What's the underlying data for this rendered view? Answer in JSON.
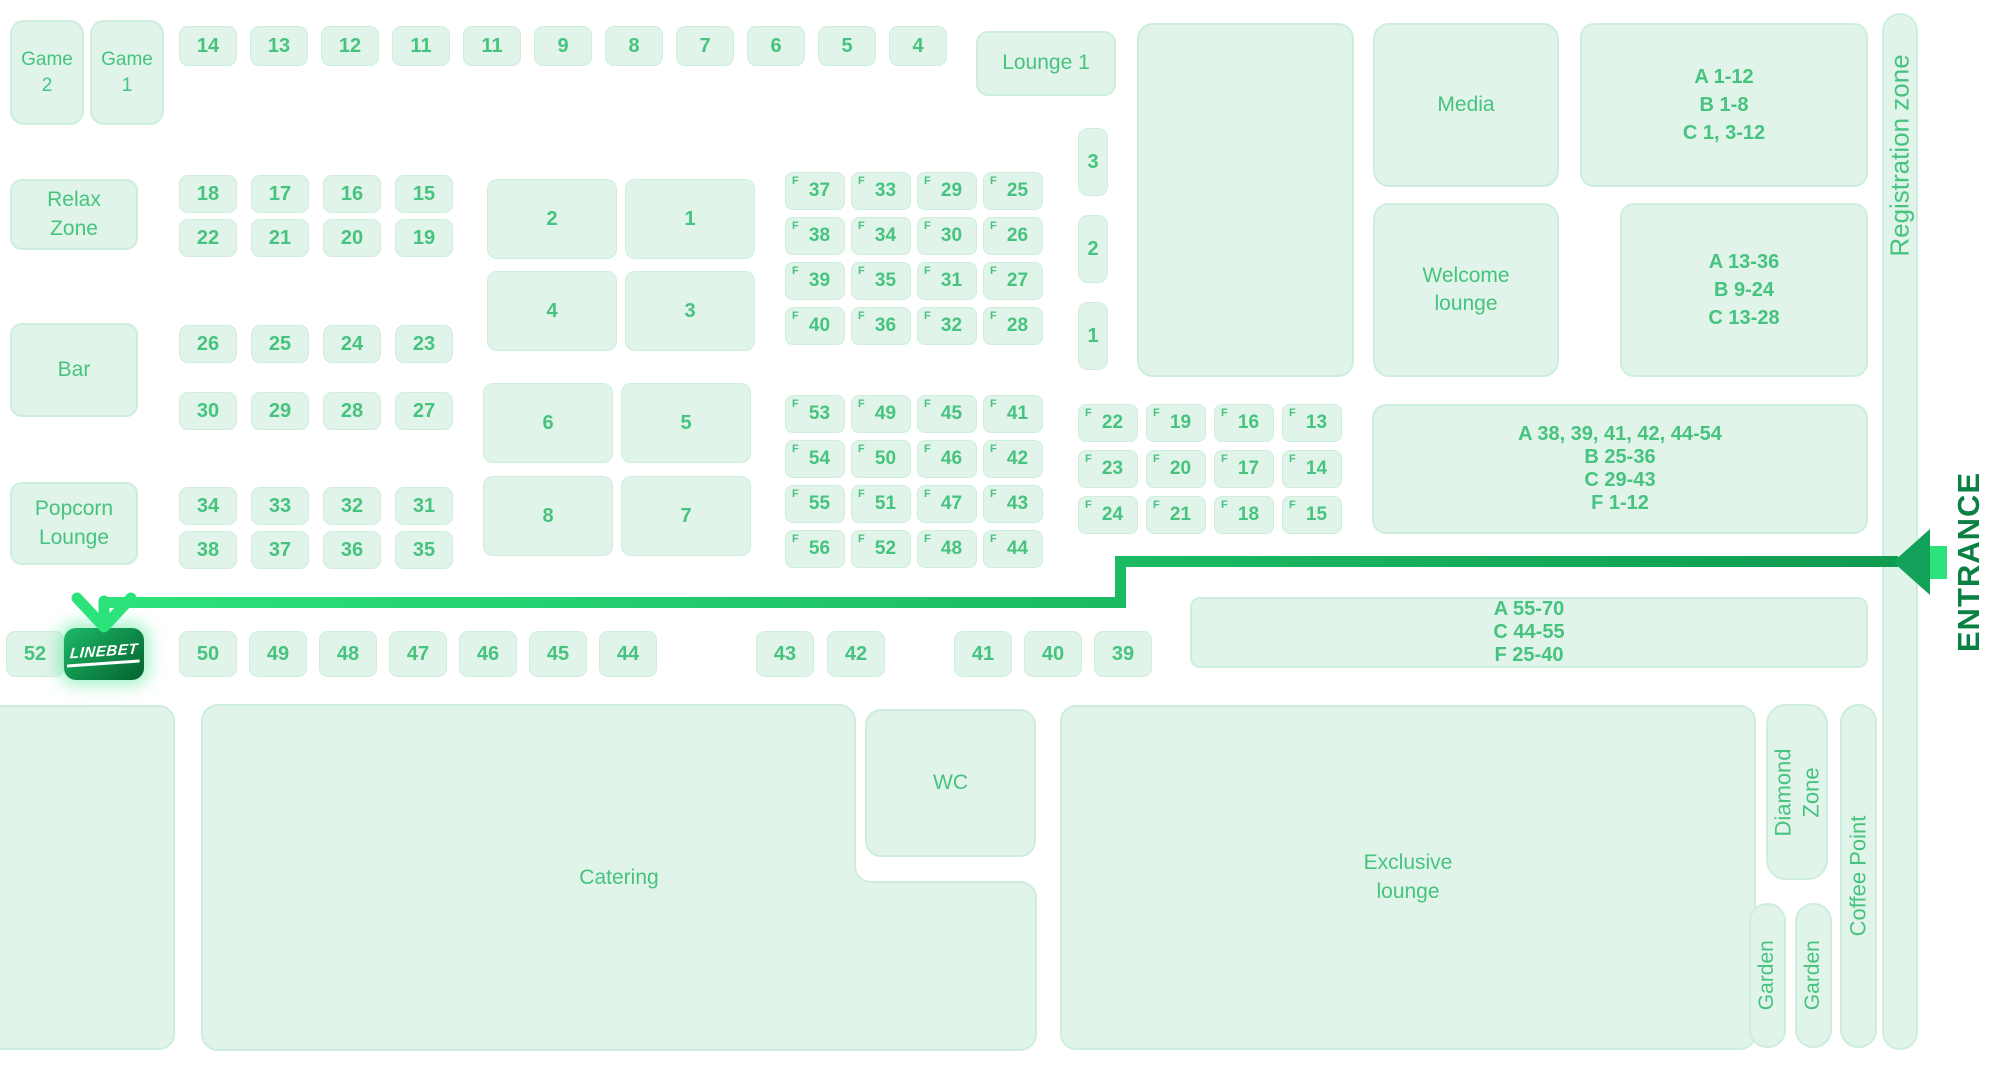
{
  "zones": {
    "game2": "Game 2",
    "game1": "Game 1",
    "relax": "Relax Zone",
    "bar": "Bar",
    "popcorn": "Popcorn Lounge",
    "lounge1": "Lounge 1",
    "media": "Media",
    "welcome": "Welcome lounge",
    "registration": "Registration zone",
    "entrance": "ENTRANCE",
    "catering": "Catering",
    "wc": "WC",
    "exclusive": "Exclusive lounge",
    "diamond": "Diamond Zone",
    "coffee": "Coffee Point",
    "garden_left": "Garden",
    "garden_right": "Garden",
    "linebet": "LINEBET"
  },
  "area_signs": {
    "sign_top_right": [
      "A 1-12",
      "B 1-8",
      "C 1, 3-12"
    ],
    "sign_mid_right": [
      "A 13-36",
      "B 9-24",
      "C 13-28"
    ],
    "sign_lower_right": [
      "A 38, 39, 41, 42, 44-54",
      "B 25-36",
      "C 29-43",
      "F 1-12"
    ],
    "sign_bottom": [
      "A 55-70",
      "C 44-55",
      "F 25-40"
    ]
  },
  "booth_groups": {
    "f_prefix": "F",
    "top_row": [
      "14",
      "13",
      "12",
      "11",
      "11",
      "9",
      "8",
      "7",
      "6",
      "5",
      "4"
    ],
    "relax_rows": [
      [
        "18",
        "17",
        "16",
        "15"
      ],
      [
        "22",
        "21",
        "20",
        "19"
      ]
    ],
    "bar_row_upper": [
      "26",
      "25",
      "24",
      "23"
    ],
    "bar_row_lower": [
      "30",
      "29",
      "28",
      "27"
    ],
    "popcorn_rows": [
      [
        "34",
        "33",
        "32",
        "31"
      ],
      [
        "38",
        "37",
        "36",
        "35"
      ]
    ],
    "tables_upper": [
      [
        "2",
        "1"
      ],
      [
        "4",
        "3"
      ]
    ],
    "tables_lower": [
      [
        "6",
        "5"
      ],
      [
        "8",
        "7"
      ]
    ],
    "stage_pillars": [
      "3",
      "2",
      "1"
    ],
    "f_block_upper": [
      [
        "37",
        "33",
        "29",
        "25"
      ],
      [
        "38",
        "34",
        "30",
        "26"
      ],
      [
        "39",
        "35",
        "31",
        "27"
      ],
      [
        "40",
        "36",
        "32",
        "28"
      ]
    ],
    "f_block_lower": [
      [
        "53",
        "49",
        "45",
        "41"
      ],
      [
        "54",
        "50",
        "46",
        "42"
      ],
      [
        "55",
        "51",
        "47",
        "43"
      ],
      [
        "56",
        "52",
        "48",
        "44"
      ]
    ],
    "f_block_right": [
      [
        "22",
        "19",
        "16",
        "13"
      ],
      [
        "23",
        "20",
        "17",
        "14"
      ],
      [
        "24",
        "21",
        "18",
        "15"
      ]
    ],
    "bottom_row_a": [
      "52"
    ],
    "bottom_row_b": [
      "50",
      "49",
      "48",
      "47",
      "46",
      "45",
      "44"
    ],
    "bottom_row_c": [
      "43",
      "42"
    ],
    "bottom_row_d": [
      "41",
      "40",
      "39"
    ]
  },
  "colors": {
    "accent": "#46c37e",
    "booth_fill": "#e1f4e9",
    "booth_border": "#cdeedd",
    "route_bright": "#2ce27a",
    "route_dark": "#0f9b50",
    "entrance_text": "#0a8042",
    "linebet_dark": "#0a7a3c",
    "white": "#ffffff"
  }
}
